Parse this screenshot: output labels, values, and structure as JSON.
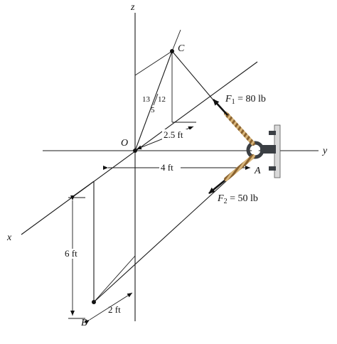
{
  "axes": {
    "z": "z",
    "y": "y",
    "x": "x"
  },
  "points": {
    "O": "O",
    "A": "A",
    "B": "B",
    "C": "C"
  },
  "forces": {
    "F1": {
      "symbol": "F",
      "sub": "1",
      "text": " = 80 lb"
    },
    "F2": {
      "symbol": "F",
      "sub": "2",
      "text": " = 50 lb"
    }
  },
  "slope": {
    "a": "13",
    "b": "12",
    "c": "5"
  },
  "dimensions": {
    "d_2_5": "2.5 ft",
    "d_4": "4 ft",
    "d_6": "6 ft",
    "d_2": "2 ft"
  },
  "colors": {
    "line": "#1a1a1a",
    "rope": "#c8a46a",
    "rope_dark": "#6b4a1f",
    "wall": "#d9d9d9",
    "bracket": "#3b3f44"
  }
}
